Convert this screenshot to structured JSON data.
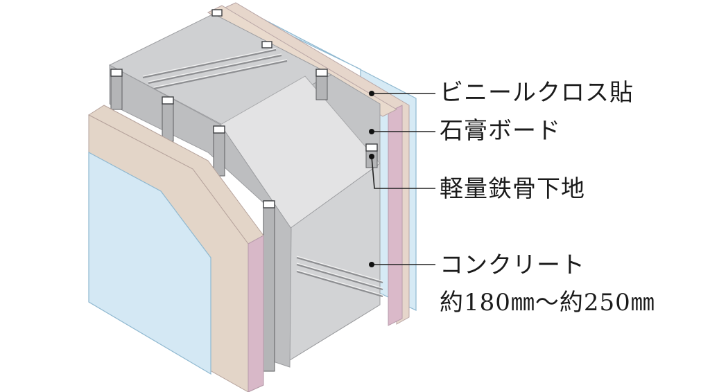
{
  "labels": {
    "vinyl_cloth": "ビニールクロス貼",
    "gypsum_board": "石膏ボード",
    "light_steel": "軽量鉄骨下地",
    "concrete": "コンクリート",
    "thickness": "約180㎜～約250㎜"
  },
  "colors": {
    "concrete": "#c9cacc",
    "board": "#e3d5c8",
    "board_edge": "#d8b8c8",
    "cloth": "#d4e8f4",
    "steel": "#b4b5b7",
    "leader": "#222222"
  }
}
